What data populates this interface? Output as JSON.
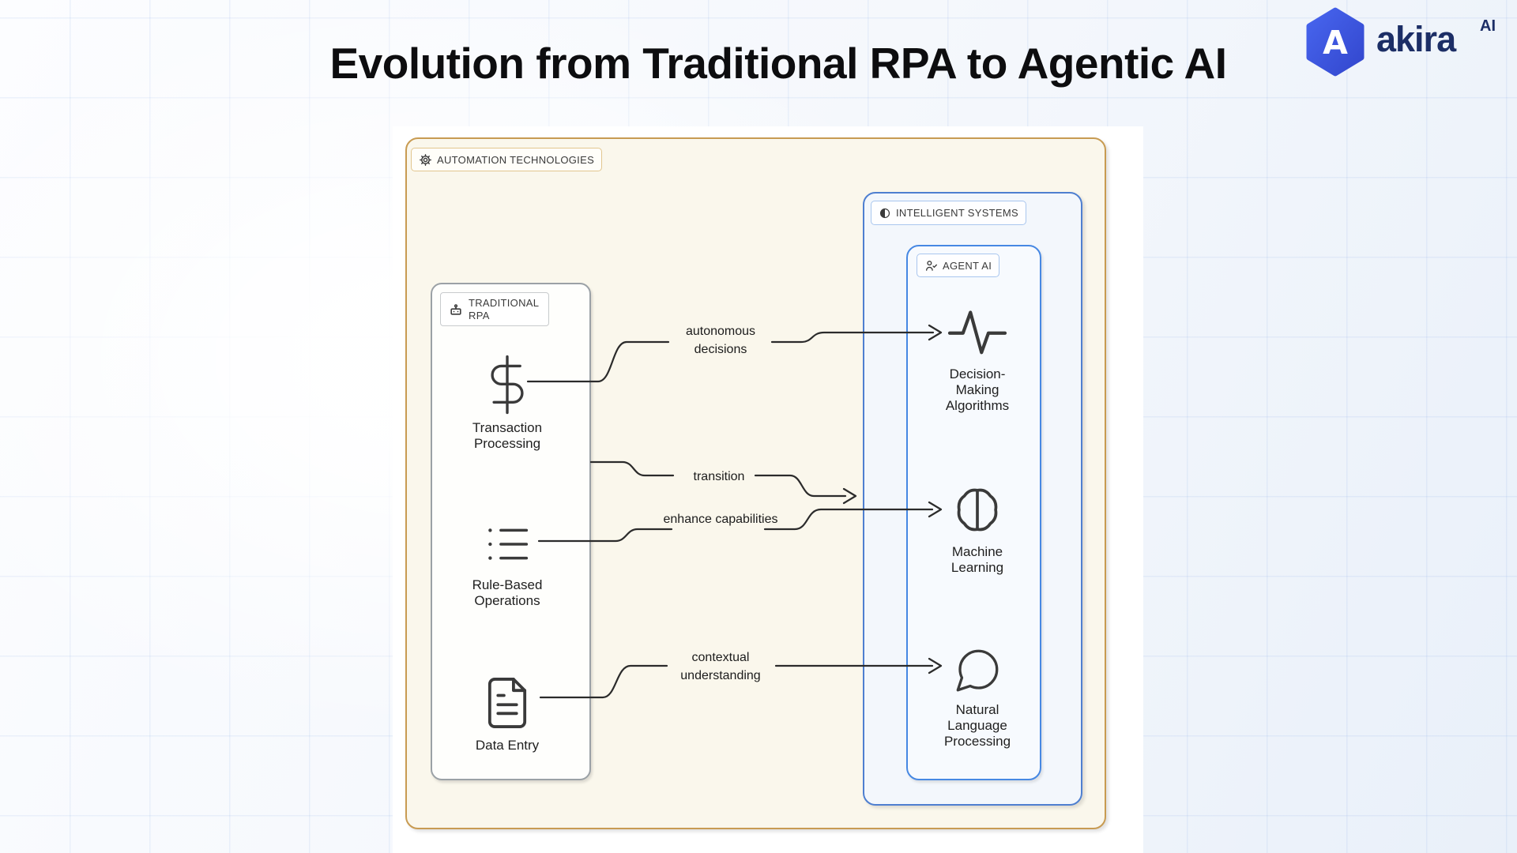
{
  "page": {
    "title": "Evolution from Traditional RPA to Agentic AI"
  },
  "brand": {
    "name": "akira",
    "suffix": "AI",
    "letter": "A",
    "hexagon_color": "#3D56DE",
    "text_color": "#1c2e66"
  },
  "diagram": {
    "outer": {
      "label": "AUTOMATION TECHNOLOGIES",
      "icon": "gear-icon",
      "border_color": "#C89B52",
      "bg_color": "#FAF7EC"
    },
    "intelligent": {
      "label": "INTELLIGENT SYSTEMS",
      "icon": "half-circle-icon",
      "border_color": "#4E7FD0",
      "bg_color": "#F3F7FC"
    },
    "agent": {
      "label": "AGENT AI",
      "icon": "user-check-icon",
      "border_color": "#4688E3",
      "bg_color": "#F7FAFE"
    },
    "rpa": {
      "label": "TRADITIONAL RPA",
      "icon": "robot-icon",
      "border_color": "#9BA1A6",
      "bg_color": "#FEFEFC",
      "items": [
        {
          "label": "Transaction Processing",
          "icon": "dollar-icon"
        },
        {
          "label": "Rule-Based Operations",
          "icon": "list-icon"
        },
        {
          "label": "Data Entry",
          "icon": "document-icon"
        }
      ]
    },
    "agent_items": [
      {
        "label": "Decision-Making Algorithms",
        "icon": "activity-icon"
      },
      {
        "label": "Machine Learning",
        "icon": "brain-icon"
      },
      {
        "label": "Natural Language Processing",
        "icon": "speech-bubble-icon"
      }
    ],
    "connections": [
      {
        "label": "autonomous decisions",
        "from": "Transaction Processing",
        "to": "Decision-Making Algorithms"
      },
      {
        "label": "transition",
        "from": "Traditional RPA",
        "to": "Intelligent Systems"
      },
      {
        "label": "enhance capabilities",
        "from": "Rule-Based Operations",
        "to": "Machine Learning"
      },
      {
        "label": "contextual understanding",
        "from": "Data Entry",
        "to": "Natural Language Processing"
      }
    ]
  }
}
